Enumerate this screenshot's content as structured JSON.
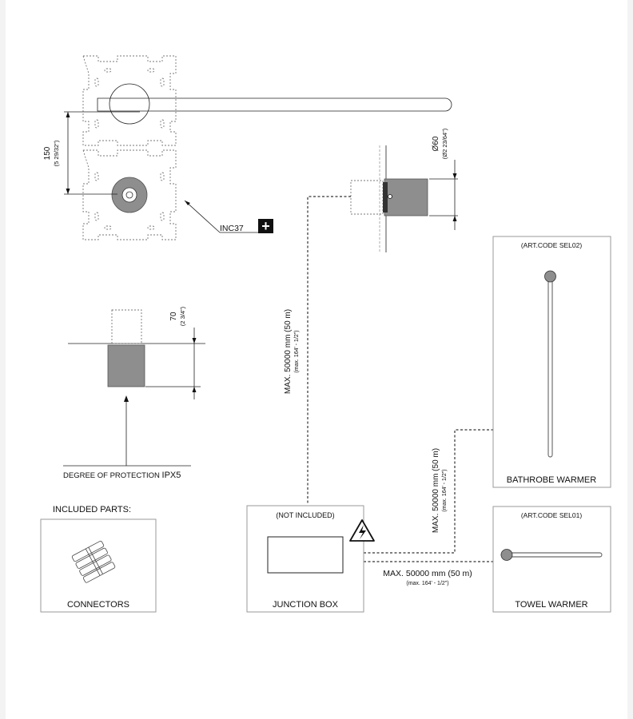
{
  "dimensions": {
    "height_150": {
      "main": "150",
      "sub": "(5 29/32\")"
    },
    "depth_70": {
      "main": "70",
      "sub": "(2 3/4\")"
    },
    "diameter_60": {
      "main": "Ø60",
      "sub": "(Ø2 23/64\")"
    }
  },
  "labels": {
    "inc37": "INC37",
    "protection_prefix": "DEGREE OF PROTECTION ",
    "protection_value": "IPX5",
    "included_parts": "INCLUDED PARTS:",
    "plus_glyph": "+"
  },
  "cable_runs": {
    "vertical": {
      "main": "MAX. 50000 mm (50 m)",
      "sub": "(max. 164' - 1/2\")"
    },
    "bathrobe": {
      "main": "MAX. 50000 mm (50 m)",
      "sub": "(max. 164' - 1/2\")"
    },
    "towel": {
      "main": "MAX. 50000 mm (50 m)",
      "sub": "(max. 164' - 1/2\")"
    }
  },
  "boxes": {
    "connectors": {
      "title": "CONNECTORS"
    },
    "junction_box": {
      "title": "JUNCTION BOX",
      "note": "(NOT INCLUDED)"
    },
    "bathrobe_warmer": {
      "title": "BATHROBE WARMER",
      "code": "(ART.CODE SEL02)"
    },
    "towel_warmer": {
      "title": "TOWEL WARMER",
      "code": "(ART.CODE SEL01)"
    }
  },
  "icons": {
    "warning": "high-voltage-warning-icon",
    "plus": "plus-icon"
  },
  "colors": {
    "ink": "#111111",
    "panel_border": "#9a9a9a",
    "component_fill": "#8e8e8e",
    "background": "#f3f3f3"
  }
}
